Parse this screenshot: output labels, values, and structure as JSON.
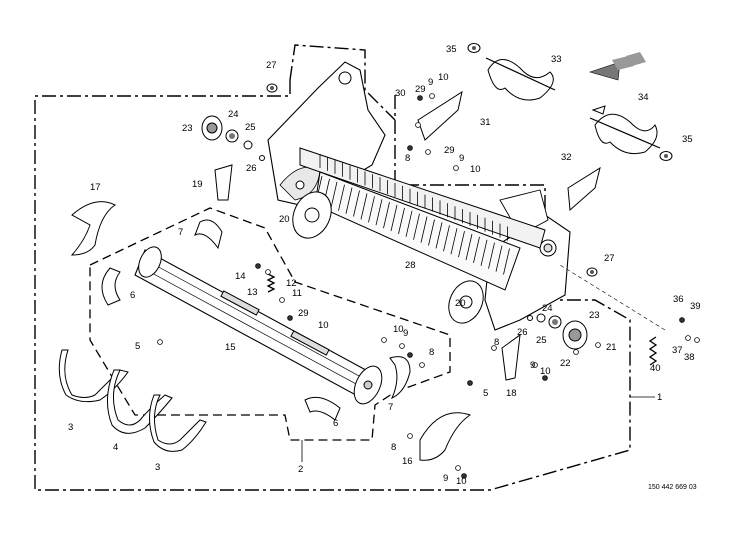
{
  "drawing": {
    "document_number": "150 442 669 03",
    "part_refs": [
      {
        "id": "p1",
        "label": "1"
      },
      {
        "id": "p2",
        "label": "2"
      },
      {
        "id": "p3a",
        "label": "3"
      },
      {
        "id": "p3b",
        "label": "3"
      },
      {
        "id": "p4",
        "label": "4"
      },
      {
        "id": "p5a",
        "label": "5"
      },
      {
        "id": "p5b",
        "label": "5"
      },
      {
        "id": "p6a",
        "label": "6"
      },
      {
        "id": "p6b",
        "label": "6"
      },
      {
        "id": "p7a",
        "label": "7"
      },
      {
        "id": "p7b",
        "label": "7"
      },
      {
        "id": "p8a",
        "label": "8"
      },
      {
        "id": "p8b",
        "label": "8"
      },
      {
        "id": "p8c",
        "label": "8"
      },
      {
        "id": "p8d",
        "label": "8"
      },
      {
        "id": "p9a",
        "label": "9"
      },
      {
        "id": "p9b",
        "label": "9"
      },
      {
        "id": "p9c",
        "label": "9"
      },
      {
        "id": "p9d",
        "label": "9"
      },
      {
        "id": "p9e",
        "label": "9"
      },
      {
        "id": "p10a",
        "label": "10"
      },
      {
        "id": "p10b",
        "label": "10"
      },
      {
        "id": "p10c",
        "label": "10"
      },
      {
        "id": "p10d",
        "label": "10"
      },
      {
        "id": "p10e",
        "label": "10"
      },
      {
        "id": "p10f",
        "label": "10"
      },
      {
        "id": "p11",
        "label": "11"
      },
      {
        "id": "p12",
        "label": "12"
      },
      {
        "id": "p13",
        "label": "13"
      },
      {
        "id": "p14",
        "label": "14"
      },
      {
        "id": "p15",
        "label": "15"
      },
      {
        "id": "p16",
        "label": "16"
      },
      {
        "id": "p17",
        "label": "17"
      },
      {
        "id": "p18",
        "label": "18"
      },
      {
        "id": "p19",
        "label": "19"
      },
      {
        "id": "p20a",
        "label": "20"
      },
      {
        "id": "p20b",
        "label": "20"
      },
      {
        "id": "p21",
        "label": "21"
      },
      {
        "id": "p22",
        "label": "22"
      },
      {
        "id": "p23a",
        "label": "23"
      },
      {
        "id": "p23b",
        "label": "23"
      },
      {
        "id": "p24a",
        "label": "24"
      },
      {
        "id": "p24b",
        "label": "24"
      },
      {
        "id": "p25a",
        "label": "25"
      },
      {
        "id": "p25b",
        "label": "25"
      },
      {
        "id": "p26a",
        "label": "26"
      },
      {
        "id": "p26b",
        "label": "26"
      },
      {
        "id": "p27a",
        "label": "27"
      },
      {
        "id": "p27b",
        "label": "27"
      },
      {
        "id": "p28",
        "label": "28"
      },
      {
        "id": "p29a",
        "label": "29"
      },
      {
        "id": "p29b",
        "label": "29"
      },
      {
        "id": "p29c",
        "label": "29"
      },
      {
        "id": "p30",
        "label": "30"
      },
      {
        "id": "p31",
        "label": "31"
      },
      {
        "id": "p32",
        "label": "32"
      },
      {
        "id": "p33",
        "label": "33"
      },
      {
        "id": "p34",
        "label": "34"
      },
      {
        "id": "p35a",
        "label": "35"
      },
      {
        "id": "p35b",
        "label": "35"
      },
      {
        "id": "p36",
        "label": "36"
      },
      {
        "id": "p37",
        "label": "37"
      },
      {
        "id": "p38",
        "label": "38"
      },
      {
        "id": "p39",
        "label": "39"
      },
      {
        "id": "p40",
        "label": "40"
      }
    ]
  }
}
